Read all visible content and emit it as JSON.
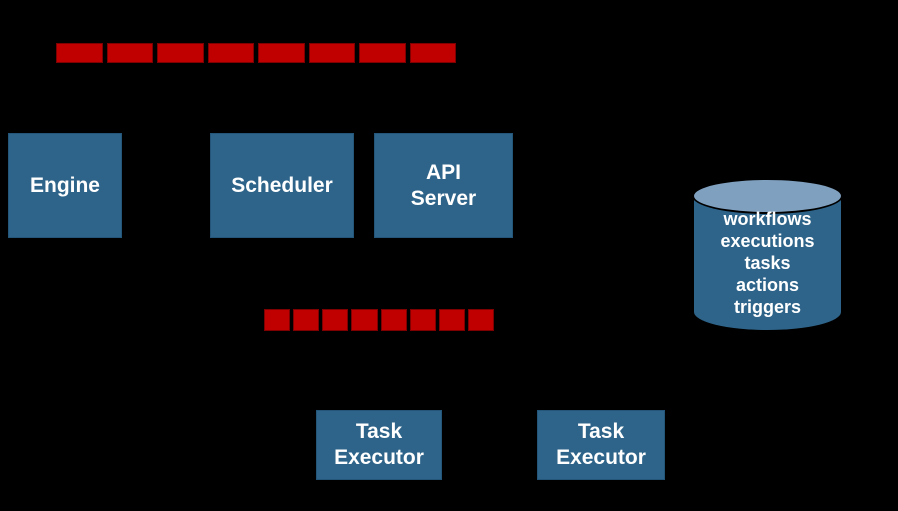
{
  "diagram": {
    "background": "#000000",
    "colors": {
      "node_fill": "#2E6489",
      "node_border": "#24567A",
      "queue_segment_fill": "#C00000",
      "queue_segment_border": "#7E0000",
      "datastore_body_fill": "#2E6489",
      "datastore_top_fill": "#7FA0BF",
      "outline": "#000000",
      "text": "#FFFFFF"
    },
    "nodes": {
      "engine": {
        "label": "Engine"
      },
      "scheduler": {
        "label": "Scheduler"
      },
      "api_server": {
        "label_lines": [
          "API",
          "Server"
        ]
      },
      "task_executor_1": {
        "label_lines": [
          "Task",
          "Executor"
        ]
      },
      "task_executor_2": {
        "label_lines": [
          "Task",
          "Executor"
        ]
      }
    },
    "queues": {
      "top": {
        "segments": 8
      },
      "middle": {
        "segments": 8
      }
    },
    "datastore": {
      "items": [
        "workflows",
        "executions",
        "tasks",
        "actions",
        "triggers"
      ]
    }
  }
}
